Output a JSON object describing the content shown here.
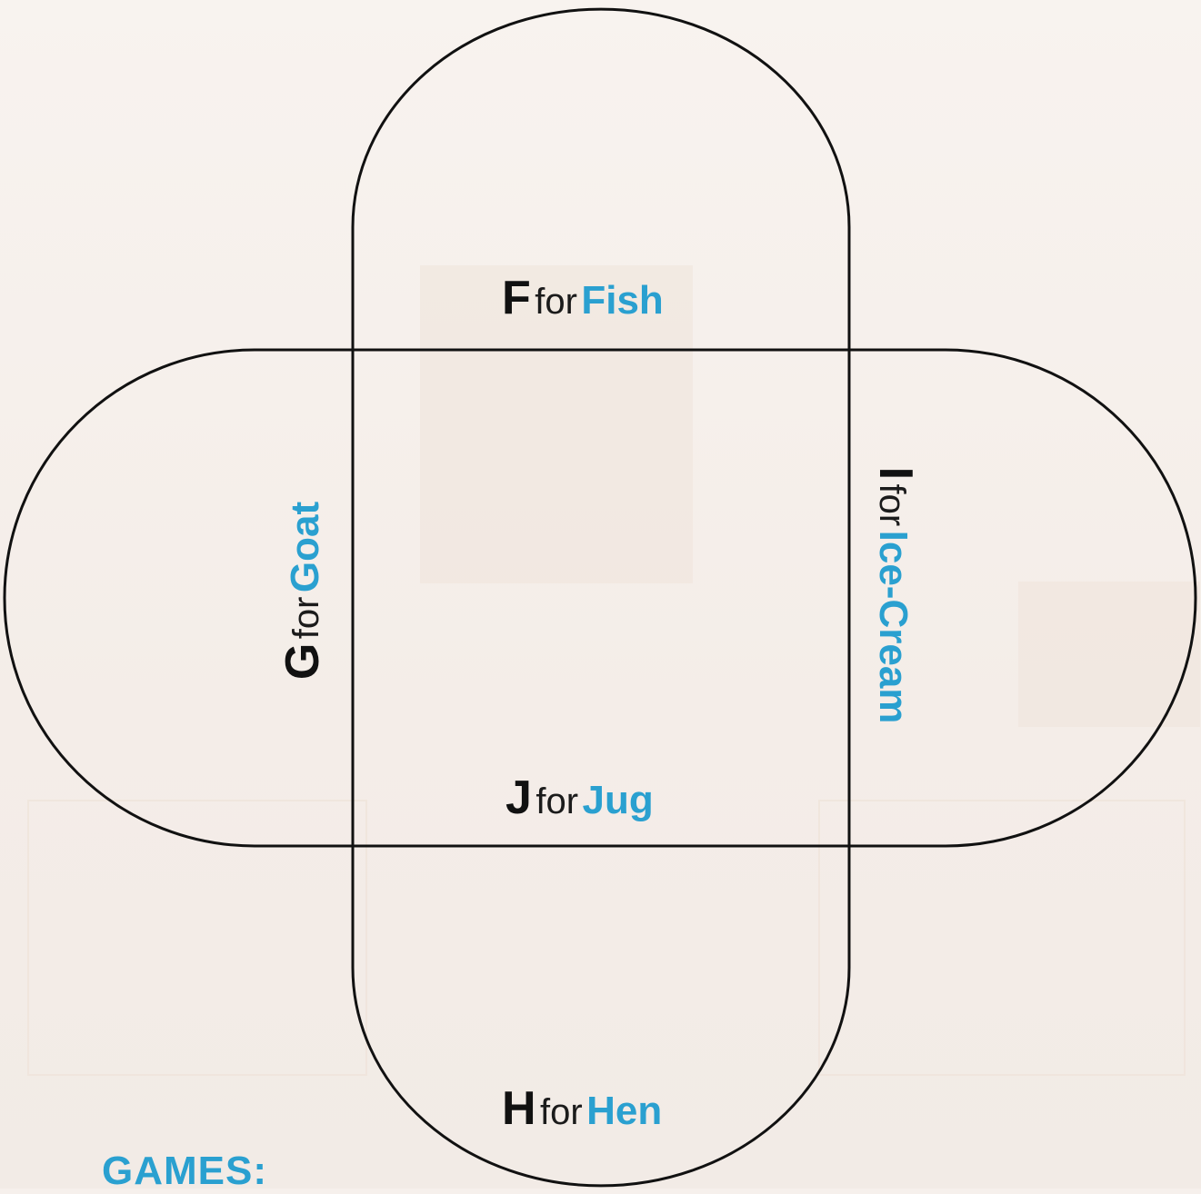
{
  "faces": {
    "top": {
      "letter": "F",
      "joiner": "for",
      "word": "Fish"
    },
    "center": {
      "letter": "J",
      "joiner": "for",
      "word": "Jug"
    },
    "bottom": {
      "letter": "H",
      "joiner": "for",
      "word": "Hen"
    },
    "left": {
      "letter": "G",
      "joiner": "for",
      "word": "Goat"
    },
    "right": {
      "letter": "I",
      "joiner": "for",
      "word": "Ice-Cream"
    }
  },
  "section_heading": "GAMES:",
  "colors": {
    "accent_word": "#2aa0d0",
    "letter": "#111111",
    "outline": "#111111",
    "paper": "#f6f0ec"
  }
}
